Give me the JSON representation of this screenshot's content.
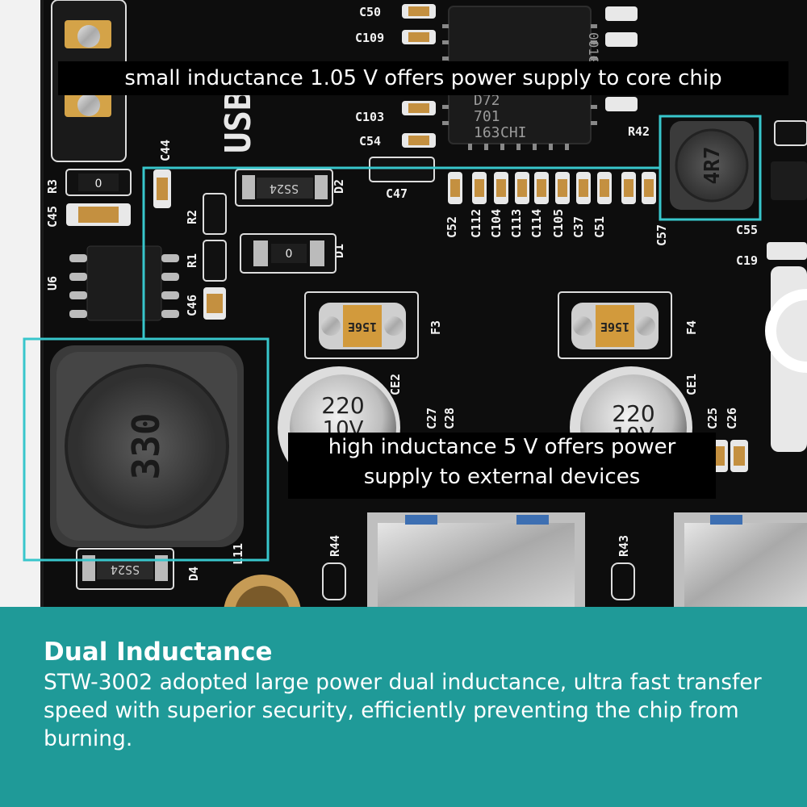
{
  "callouts": {
    "top": "small inductance 1.05 V offers power supply to core chip",
    "bottom_line1": "high inductance 5 V offers power",
    "bottom_line2": "supply to external devices"
  },
  "board_labels": {
    "usb_silkscreen": "USB",
    "large_inductor_marking": "330",
    "small_inductor_marking": "4R7",
    "fuse_f3_marking": "156E",
    "fuse_f4_marking": "156E",
    "capacitor_left_line1": "220",
    "capacitor_left_line2": "10V",
    "capacitor_right_line1": "220",
    "capacitor_right_line2": "10V",
    "chip_lines": [
      "D72",
      "701",
      "163",
      "CHI"
    ],
    "chip_side": "001G",
    "diode_d2": "SS24",
    "diode_d4": "SS24",
    "resistor_0a": "0",
    "resistor_0b": "0",
    "ref_c50": "C50",
    "ref_c109": "C109",
    "ref_c103": "C103",
    "ref_c54": "C54",
    "ref_c47": "C47",
    "ref_c44": "C44",
    "ref_c45": "C45",
    "ref_r3": "R3",
    "ref_r2": "R2",
    "ref_r1": "R1",
    "ref_c46": "C46",
    "ref_u6": "U6",
    "ref_d1": "D1",
    "ref_d2": "D2",
    "ref_f3": "F3",
    "ref_f4": "F4",
    "ref_ce2": "CE2",
    "ref_ce1": "CE1",
    "ref_c27": "C27",
    "ref_c28": "C28",
    "ref_c25": "C25",
    "ref_c26": "C26",
    "ref_r44": "R44",
    "ref_r43": "R43",
    "ref_r42": "R42",
    "ref_l11": "L11",
    "ref_d4": "D4",
    "ref_c52": "C52",
    "ref_c112": "C112",
    "ref_c104": "C104",
    "ref_c113": "C113",
    "ref_c114": "C114",
    "ref_c105": "C105",
    "ref_c37": "C37",
    "ref_c51": "C51",
    "ref_c57": "C57",
    "ref_c55": "C55",
    "ref_c19": "C19"
  },
  "info": {
    "title": "Dual Inductance",
    "body": "STW-3002 adopted large power dual inductance, ultra fast transfer speed with superior security, efficiently preventing the chip from burning."
  },
  "colors": {
    "panel": "#1f9a98",
    "highlight": "#38c6cc",
    "board": "#0c0c0c"
  }
}
